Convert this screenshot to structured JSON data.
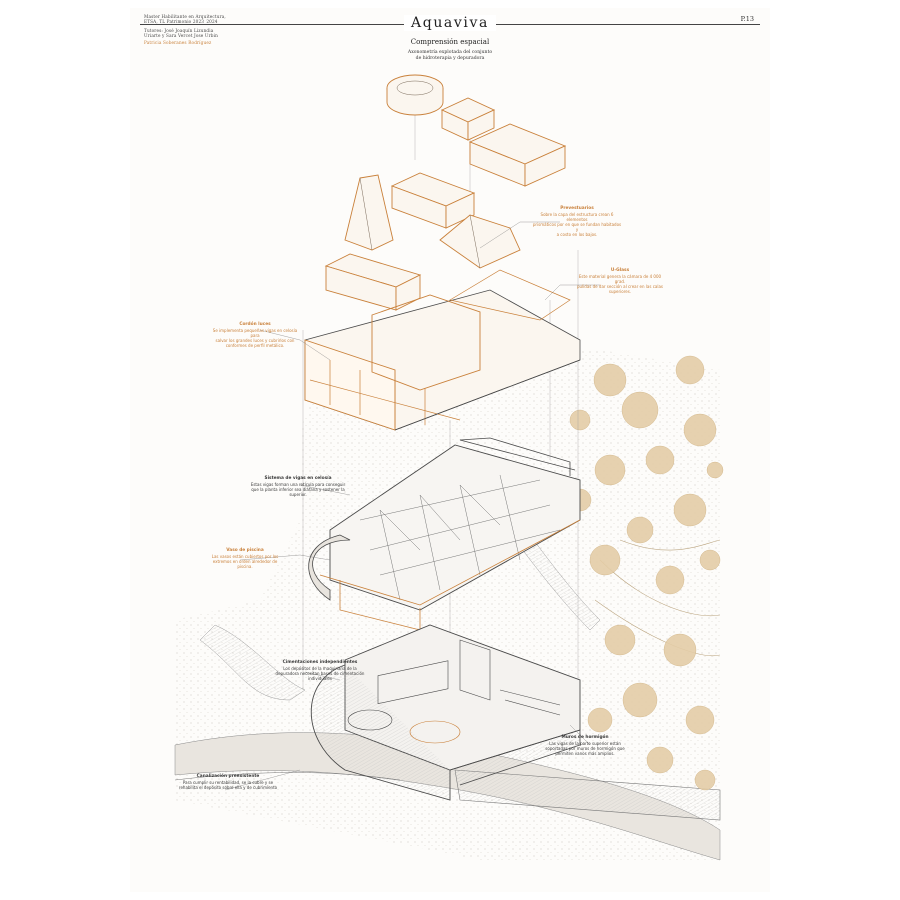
{
  "header": {
    "meta_lines": [
      "Master Habilitante en Arquitectura,",
      "ETSA,  TL  Patrimonio  2023_2024",
      "Tutores:  José Joaquín Lizundia",
      "Uriarte y Sara Vercet Jose Urbin"
    ],
    "author": "Patricia  Soberanes  Rodríguez",
    "title": "Aquaviva",
    "subtitle": "Comprensión espacial",
    "description_line1": "Axonometría explotada del conjunto",
    "description_line2": "de hidroterapia y depuradora",
    "page_number": "P.13"
  },
  "annotations": [
    {
      "id": "prevestuarios",
      "heading": "Prevestuarios",
      "body": [
        "Sobre la capa del estructura crean 6 elementos",
        "prismáticos por en que se fundan habitados y",
        "a costo en los bajos."
      ]
    },
    {
      "id": "uglass",
      "heading": "U-Glass",
      "body": [
        "Este material genera la cámara de 4 000 grad.",
        "pulidas de dar sección al crear en las calas",
        "superiores."
      ]
    },
    {
      "id": "cordon-luces",
      "heading": "Cordón luces",
      "body": [
        "Se implementa pequeñas vigas en celosía para",
        "salvar los grandes luces y cubrirlos con",
        "conformes de perfil metálico."
      ]
    },
    {
      "id": "vigas-celosia",
      "heading": "Sistema de vigas en celosía",
      "body": [
        "Estas vigas forman una retícula para conseguir",
        "que la planta inferior sea diáfana y sostener la",
        "superior."
      ]
    },
    {
      "id": "vaso-piscina",
      "heading": "Vaso de piscina",
      "body": [
        "Las vasos están cubiertos por los",
        "extremos en orden alrededor de",
        "piscina."
      ]
    },
    {
      "id": "cimentaciones",
      "heading": "Cimentaciones independientes",
      "body": [
        "Los depósitos de la maquinaria de la",
        "depuradora necesitan bases de cimentación",
        "individuales"
      ]
    },
    {
      "id": "muros-hormigon",
      "heading": "Muros de hormigón",
      "body": [
        "Las vigas de la parte superior están",
        "soportadas por muros de hormigón que",
        "permiten vanos más amplios."
      ]
    },
    {
      "id": "canalizacion",
      "heading": "Canalización preexistente",
      "body": [
        "Para cumplir su rentabilidad, se la cubre y se",
        "rehabilita el depósito sobre ella y de cubrimiento"
      ]
    }
  ],
  "colors": {
    "accent": "#c9803a",
    "line": "#4a4a4a",
    "tree": "#d8b98c",
    "ground": "#cfcac3"
  }
}
